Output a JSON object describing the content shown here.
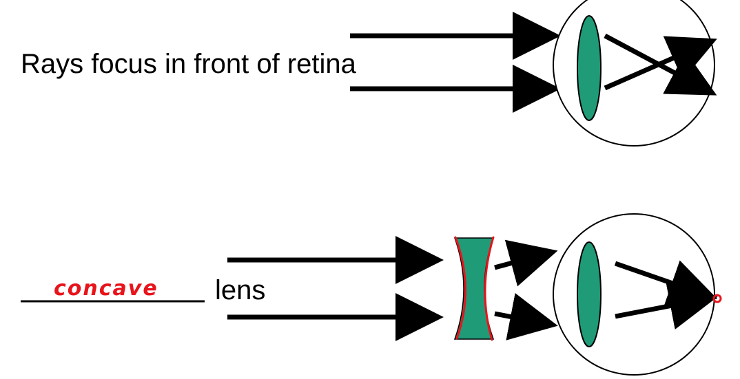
{
  "top_panel": {
    "caption": "Rays focus in front of retina"
  },
  "bottom_panel": {
    "handwritten_answer": "concave",
    "caption": "lens"
  },
  "colors": {
    "lens_fill": "#1f9b78",
    "ink": "#000000",
    "annotation_red": "#e8141c",
    "background": "#ffffff"
  }
}
